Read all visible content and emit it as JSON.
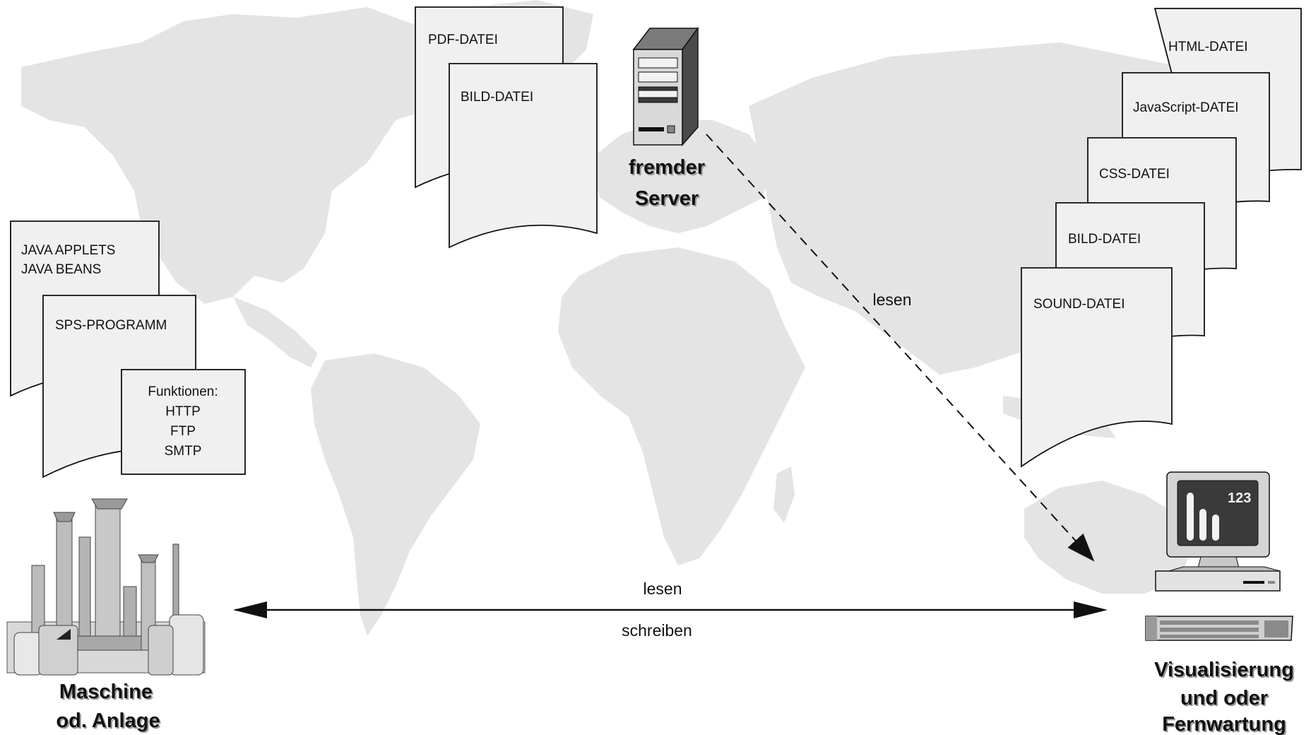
{
  "server": {
    "caption_line1": "fremder",
    "caption_line2": "Server",
    "documents": [
      "PDF-DATEI",
      "BILD-DATEI"
    ]
  },
  "machine": {
    "caption_line1": "Maschine",
    "caption_line2": "od. Anlage",
    "documents": {
      "java_line1": "JAVA APPLETS",
      "java_line2": "JAVA BEANS",
      "sps": "SPS-PROGRAMM"
    },
    "functions_box": {
      "title": "Funktionen:",
      "items": [
        "HTTP",
        "FTP",
        "SMTP"
      ]
    }
  },
  "client": {
    "caption_line1": "Visualisierung",
    "caption_line2": "und  oder",
    "caption_line3": "Fernwartung",
    "screen_number": "123",
    "documents": [
      "HTML-DATEI",
      "JavaScript-DATEI",
      "CSS-DATEI",
      "BILD-DATEI",
      "SOUND-DATEI"
    ]
  },
  "edges": {
    "server_to_client_label": "lesen",
    "machine_client_label_top": "lesen",
    "machine_client_label_bottom": "schreiben"
  },
  "colors": {
    "map": "#e4e4e4",
    "document_fill": "#f0f0f0",
    "outline": "#111111"
  }
}
